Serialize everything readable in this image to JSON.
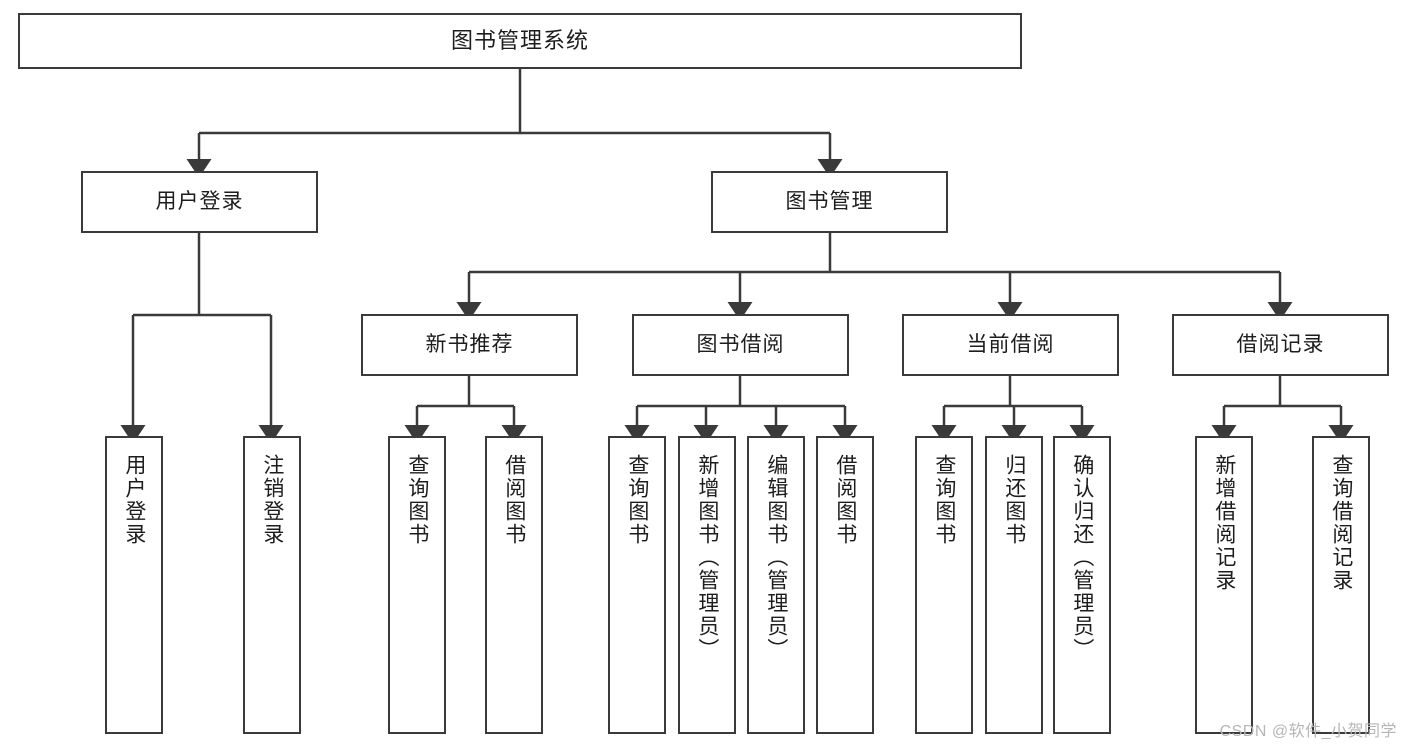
{
  "diagram": {
    "title": "图书管理系统",
    "type": "tree-hierarchy",
    "watermark": "CSDN @软件_小贺同学",
    "stroke_color": "#3a3a3a",
    "text_color": "#1d1d1d",
    "background_color": "#ffffff",
    "levels": {
      "root": {
        "label": "图书管理系统"
      },
      "level2": [
        {
          "label": "用户登录"
        },
        {
          "label": "图书管理"
        }
      ],
      "level3": [
        {
          "label": "新书推荐"
        },
        {
          "label": "图书借阅"
        },
        {
          "label": "当前借阅"
        },
        {
          "label": "借阅记录"
        }
      ],
      "leaves": [
        {
          "label": "用户登录",
          "parent": "用户登录"
        },
        {
          "label": "注销登录",
          "parent": "用户登录"
        },
        {
          "label": "查询图书",
          "parent": "新书推荐"
        },
        {
          "label": "借阅图书",
          "parent": "新书推荐"
        },
        {
          "label": "查询图书",
          "parent": "图书借阅"
        },
        {
          "label": "新增图书（管理员）",
          "parent": "图书借阅"
        },
        {
          "label": "编辑图书（管理员）",
          "parent": "图书借阅"
        },
        {
          "label": "借阅图书",
          "parent": "图书借阅"
        },
        {
          "label": "查询图书",
          "parent": "当前借阅"
        },
        {
          "label": "归还图书",
          "parent": "当前借阅"
        },
        {
          "label": "确认归还（管理员）",
          "parent": "当前借阅"
        },
        {
          "label": "新增借阅记录",
          "parent": "借阅记录"
        },
        {
          "label": "查询借阅记录",
          "parent": "借阅记录"
        }
      ]
    }
  }
}
